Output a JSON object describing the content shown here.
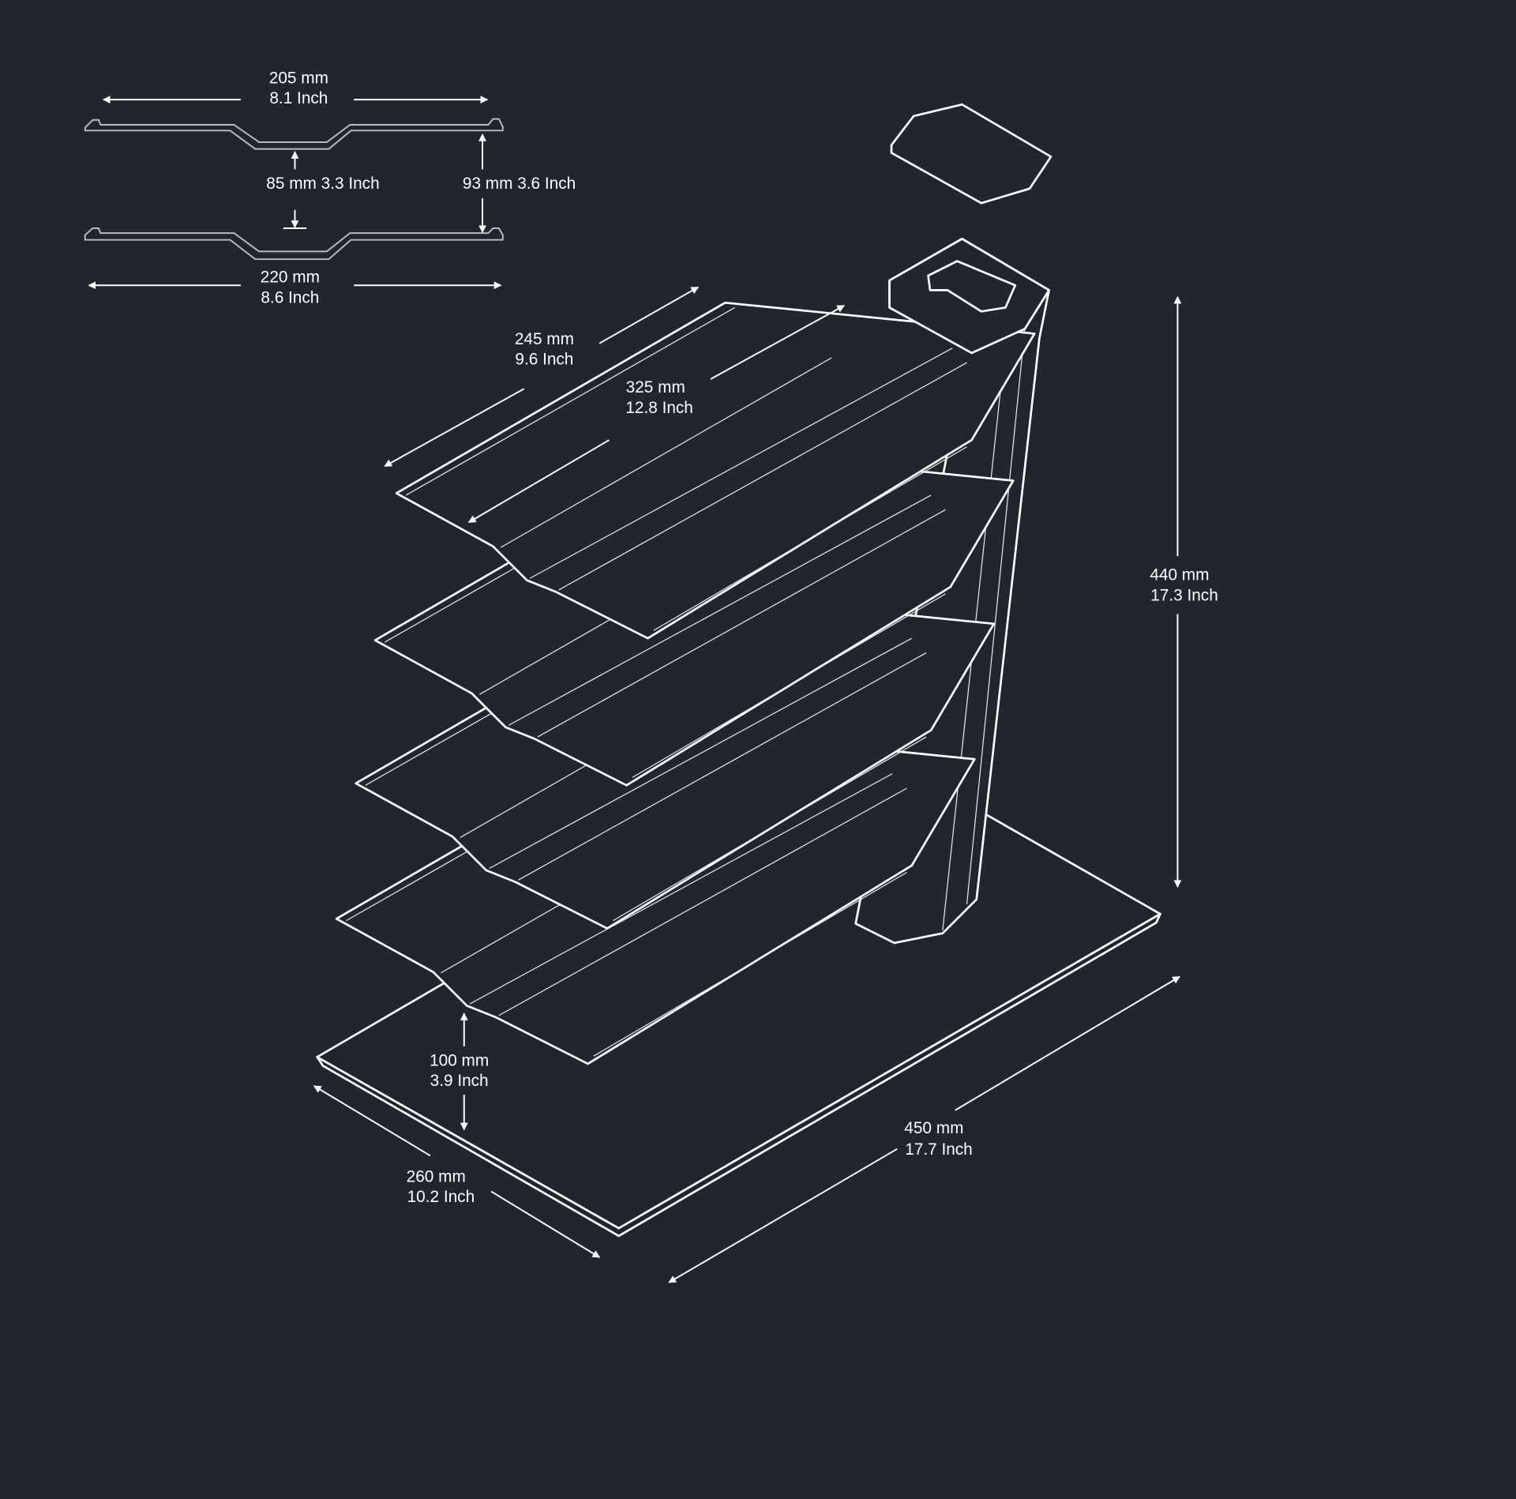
{
  "title": "Shelf stand dimension drawing",
  "colors": {
    "background": "#21262e",
    "lines": "#ffffff"
  },
  "dimensions": {
    "profile_top_width": {
      "mm": "205 mm",
      "inch": "8.1 Inch"
    },
    "profile_inner_gap": {
      "label": "85 mm 3.3 Inch"
    },
    "profile_outer_gap": {
      "label": "93 mm 3.6 Inch"
    },
    "profile_bottom_width": {
      "mm": "220 mm",
      "inch": "8.6 Inch"
    },
    "shelf_back_length": {
      "mm": "245 mm",
      "inch": "9.6 Inch"
    },
    "shelf_length": {
      "mm": "325 mm",
      "inch": "12.8 Inch"
    },
    "total_height": {
      "mm": "440 mm",
      "inch": "17.3 Inch"
    },
    "bottom_clearance": {
      "mm": "100 mm",
      "inch": "3.9 Inch"
    },
    "base_depth": {
      "mm": "260 mm",
      "inch": "10.2 Inch"
    },
    "base_width": {
      "mm": "450 mm",
      "inch": "17.7 Inch"
    }
  }
}
